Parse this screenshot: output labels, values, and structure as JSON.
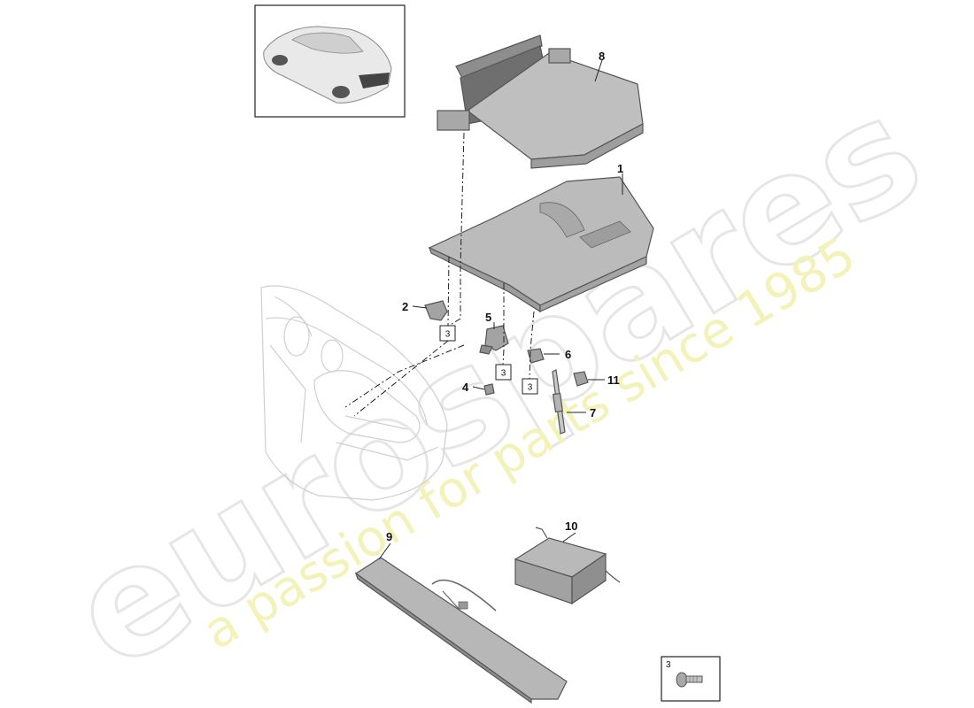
{
  "watermark": {
    "brand": "eurospares",
    "tagline": "a passion for parts since 1985"
  },
  "callouts": {
    "c1": "1",
    "c2": "2",
    "c4": "4",
    "c5": "5",
    "c6": "6",
    "c7": "7",
    "c8": "8",
    "c9": "9",
    "c10": "10",
    "c11": "11"
  },
  "ref_boxes": {
    "r_a": "3",
    "r_b": "3",
    "r_c": "3"
  },
  "legend": {
    "number": "3",
    "icon": "screw-icon"
  },
  "colors": {
    "part_fill": "#bdbdbd",
    "part_fill_dark": "#9e9e9e",
    "watermark_grey": "#e6e6e6",
    "watermark_yellow": "#f3f2b8"
  }
}
